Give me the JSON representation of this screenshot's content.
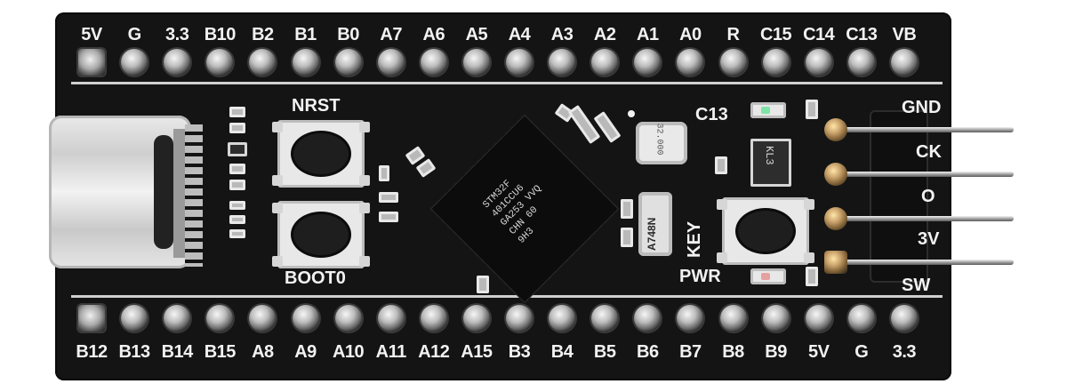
{
  "top_row_labels": [
    "5V",
    "G",
    "3.3",
    "B10",
    "B2",
    "B1",
    "B0",
    "A7",
    "A6",
    "A5",
    "A4",
    "A3",
    "A2",
    "A1",
    "A0",
    "R",
    "C15",
    "C14",
    "C13",
    "VB"
  ],
  "bottom_row_labels": [
    "B12",
    "B13",
    "B14",
    "B15",
    "A8",
    "A9",
    "A10",
    "A11",
    "A12",
    "A15",
    "B3",
    "B4",
    "B5",
    "B6",
    "B7",
    "B8",
    "B9",
    "5V",
    "G",
    "3.3"
  ],
  "component_labels": {
    "nrst": "NRST",
    "boot0": "BOOT0",
    "key": "KEY",
    "pwr": "PWR",
    "c13": "C13"
  },
  "side_header_labels": [
    "GND",
    "CK",
    "O",
    "3V",
    "SW"
  ],
  "chip_marking_lines": [
    "STM32F",
    "401CCU6",
    "GA253 VVQ",
    "CHN 60 9H3"
  ],
  "crystal_top_text": "32.000",
  "crystal_bottom_text": "A748N",
  "ic_label": "KL3",
  "colors": {
    "board": "#141414",
    "silkscreen": "#f2f2f2",
    "metal": "#bdbdbd"
  }
}
